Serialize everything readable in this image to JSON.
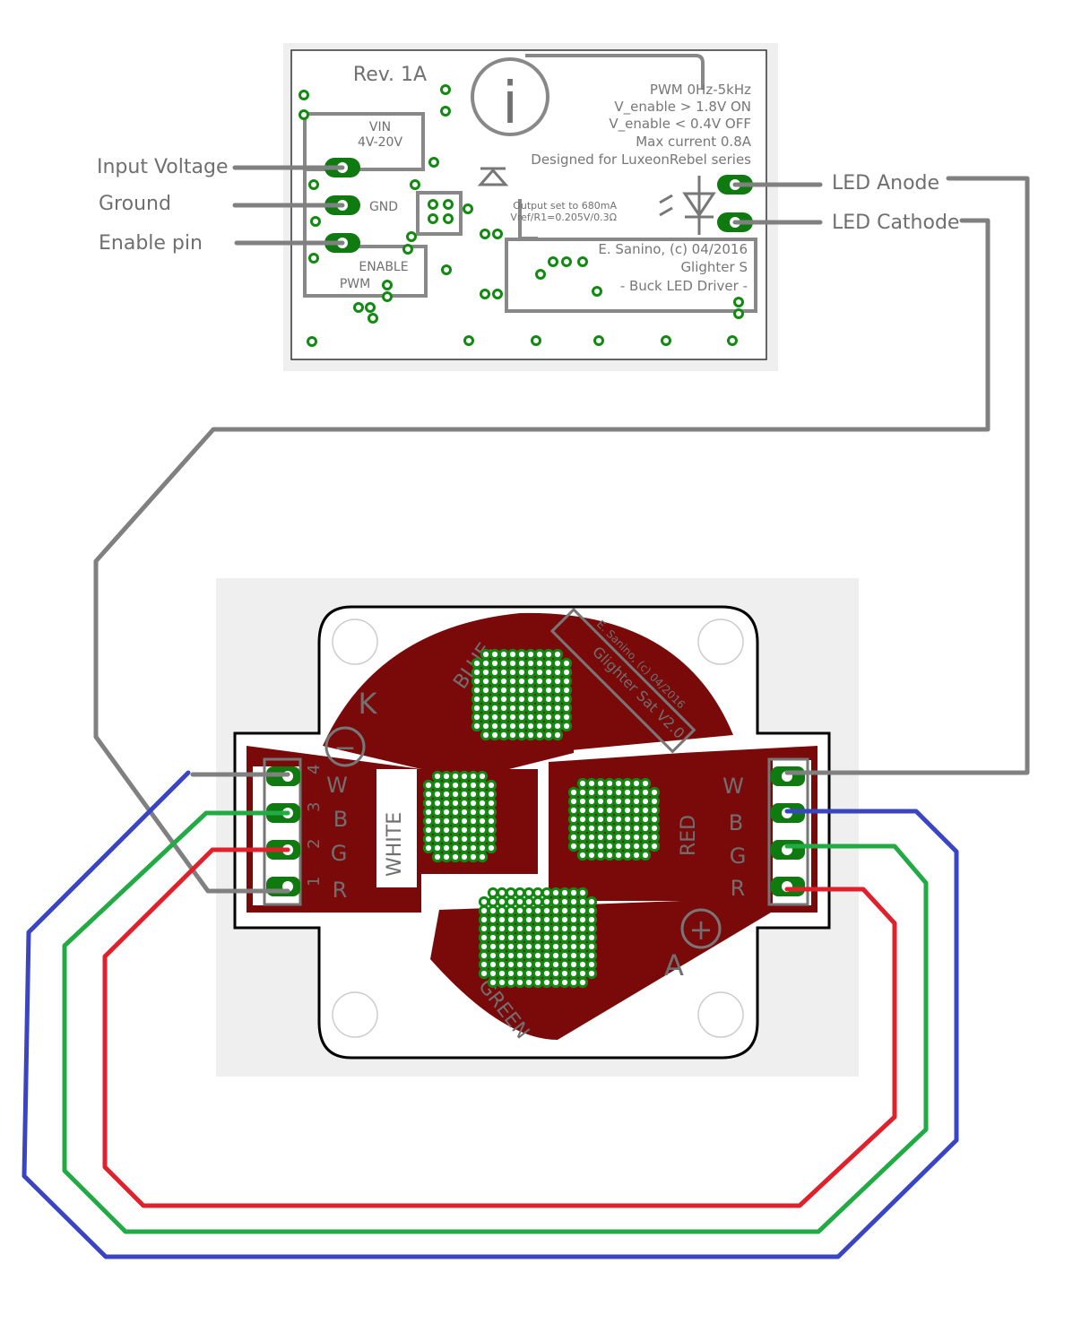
{
  "driver_board": {
    "revision": "Rev. 1A",
    "spec_lines": [
      "PWM 0Hz-5kHz",
      "V_enable > 1.8V ON",
      "V_enable < 0.4V OFF",
      "Max current 0.8A",
      "Designed for LuxeonRebel series"
    ],
    "output_note_lines": [
      "Output set to 680mA",
      "Vref/R1=0.205V/0.3Ω"
    ],
    "credit_lines": [
      "E. Sanino, (c) 04/2016",
      "Glighter S",
      "- Buck LED Driver -"
    ],
    "pad_labels": {
      "vin": "VIN",
      "vin_range": "4V-20V",
      "gnd": "GND",
      "enable": "ENABLE",
      "pwm": "PWM"
    },
    "info_symbol": "i"
  },
  "labels": {
    "input_voltage": "Input Voltage",
    "ground": "Ground",
    "enable_pin": "Enable pin",
    "led_anode": "LED Anode",
    "led_cathode": "LED Cathode"
  },
  "led_board": {
    "credit_lines": [
      "E. Sanino, (c) 04/2016",
      "Glighter Sat V2.0"
    ],
    "cathode_label": "K",
    "anode_label": "A",
    "minus_symbol": "−",
    "plus_symbol": "+",
    "color_labels": {
      "blue": "BLUE",
      "white": "WHITE",
      "red": "RED",
      "green": "GREEN"
    },
    "left_header": {
      "numbers": [
        "4",
        "3",
        "2",
        "1"
      ],
      "letters": [
        "W",
        "B",
        "G",
        "R"
      ]
    },
    "right_header": {
      "letters": [
        "W",
        "B",
        "G",
        "R"
      ]
    }
  },
  "colors": {
    "wire_gray": "#808080",
    "wire_blue": "#3a45c4",
    "wire_green": "#22aa44",
    "wire_red": "#e0202a",
    "copper": "#7a0a0a",
    "pad_green": "#0f7a0f"
  }
}
